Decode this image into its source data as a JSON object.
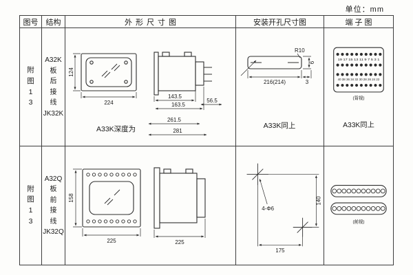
{
  "page": {
    "unit_label": "单位：mm"
  },
  "headers": {
    "figure": "图号",
    "structure": "结构",
    "outline": "外形尺寸图",
    "mounting": "安装开孔尺寸图",
    "terminal": "端子图"
  },
  "row1": {
    "figure_no": "附\n图\n1\n3",
    "structure": "A32K\n板\n后\n接\n线\nJK32K",
    "outline": {
      "height_label": "124",
      "width_label": "224",
      "depth1": "143.5",
      "depth2": "163.5",
      "depth3": "56.5",
      "note": "A33K深度为",
      "note_dim1": "261.5",
      "note_dim2": "281"
    },
    "mounting": {
      "radius_label": "R10",
      "width_label": "216(214)",
      "offset_label": "3",
      "height_label": "6",
      "note": "A33K同上"
    },
    "terminal": {
      "numbers_top": "19 17 15 13 11 9 7 5 3 1",
      "numbers_bottom": "40 38 36 34 32 30 28 26 24 22",
      "caption": "(背视)",
      "note": "A33K同上"
    }
  },
  "row2": {
    "figure_no": "附\n图\n1\n3",
    "structure": "A32Q\n板\n前\n接\n线\nJK32Q",
    "outline": {
      "height_label": "158",
      "width_label": "225",
      "side_width_label": "225"
    },
    "mounting": {
      "holes_label": "4-Φ6",
      "height_label": "140",
      "width_label": "175"
    },
    "terminal": {
      "caption": "(前视)"
    }
  }
}
